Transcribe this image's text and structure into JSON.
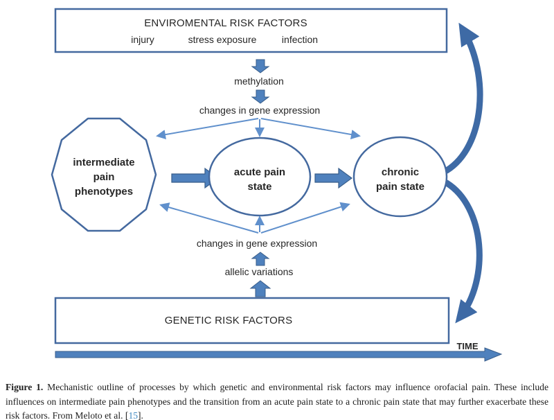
{
  "figure": {
    "env_box": {
      "title": "ENVIROMENTAL RISK FACTORS",
      "items": [
        "injury",
        "stress exposure",
        "infection"
      ]
    },
    "labels": {
      "methylation": "methylation",
      "gene_expression_top": "changes in gene expression",
      "gene_expression_bottom": "changes in gene expression",
      "allelic_variations": "allelic variations",
      "time": "TIME"
    },
    "nodes": {
      "intermediate": {
        "lines": [
          "intermediate",
          "pain",
          "phenotypes"
        ]
      },
      "acute": {
        "lines": [
          "acute pain",
          "state"
        ]
      },
      "chronic": {
        "lines": [
          "chronic",
          "pain state"
        ]
      }
    },
    "genetic_box": {
      "title": "GENETIC RISK FACTORS"
    }
  },
  "caption": {
    "label": "Figure 1.",
    "text": " Mechanistic outline of processes by which genetic and environmental risk factors may influence orofacial pain. These include influences on intermediate pain phenotypes and the transition from an acute pain state to a chronic pain state that may further exacerbate these risk factors. From Meloto et al. [",
    "reference": "15",
    "text_end": "]."
  },
  "colors": {
    "arrow_fill": "#4f81bd",
    "arrow_border": "#385d8a",
    "thin_arrow": "#6090cc",
    "shape_border": "#44699f",
    "curve_arrow": "#3e6aa5",
    "reference_link": "#3d87c0",
    "text": "#262626"
  }
}
